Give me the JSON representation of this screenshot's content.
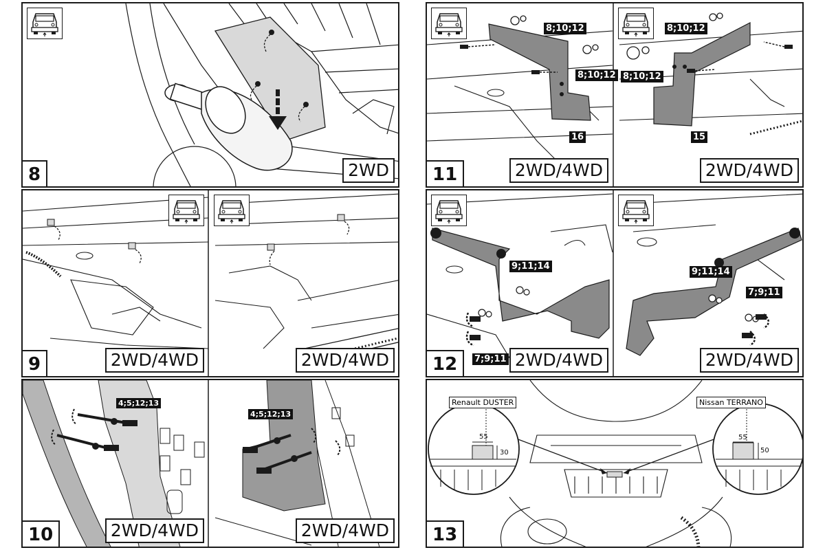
{
  "steps": {
    "s8": {
      "number": "8",
      "variant": "2WD"
    },
    "s9": {
      "number": "9",
      "variant_left": "2WD/4WD",
      "variant_right": "2WD/4WD"
    },
    "s10": {
      "number": "10",
      "variant_left": "2WD/4WD",
      "variant_right": "2WD/4WD",
      "tag_left": "4;5;12;13",
      "tag_right": "4;5;12;13"
    },
    "s11": {
      "number": "11",
      "variant_left": "2WD/4WD",
      "variant_right": "2WD/4WD",
      "left_tag_top": "8;10;12",
      "left_tag_side": "8;10;12",
      "left_part": "16",
      "right_tag_top": "8;10;12",
      "right_tag_side": "8;10;12",
      "right_part": "15"
    },
    "s12": {
      "number": "12",
      "variant_left": "2WD/4WD",
      "variant_right": "2WD/4WD",
      "left_tag_top": "9;11;14",
      "left_tag_bottom": "7;9;11",
      "right_tag_top": "9;11;14",
      "right_tag_side": "7;9;11"
    },
    "s13": {
      "number": "13",
      "label_left": "Renault DUSTER",
      "label_right": "Nissan TERRANO",
      "dim_left_w": "55",
      "dim_left_h": "30",
      "dim_right_w": "55",
      "dim_right_h": "50"
    }
  },
  "colors": {
    "line": "#1a1a1a",
    "fill_part": "#8a8a8a",
    "fill_light": "#d9d9d9",
    "tag_bg": "#111111"
  }
}
